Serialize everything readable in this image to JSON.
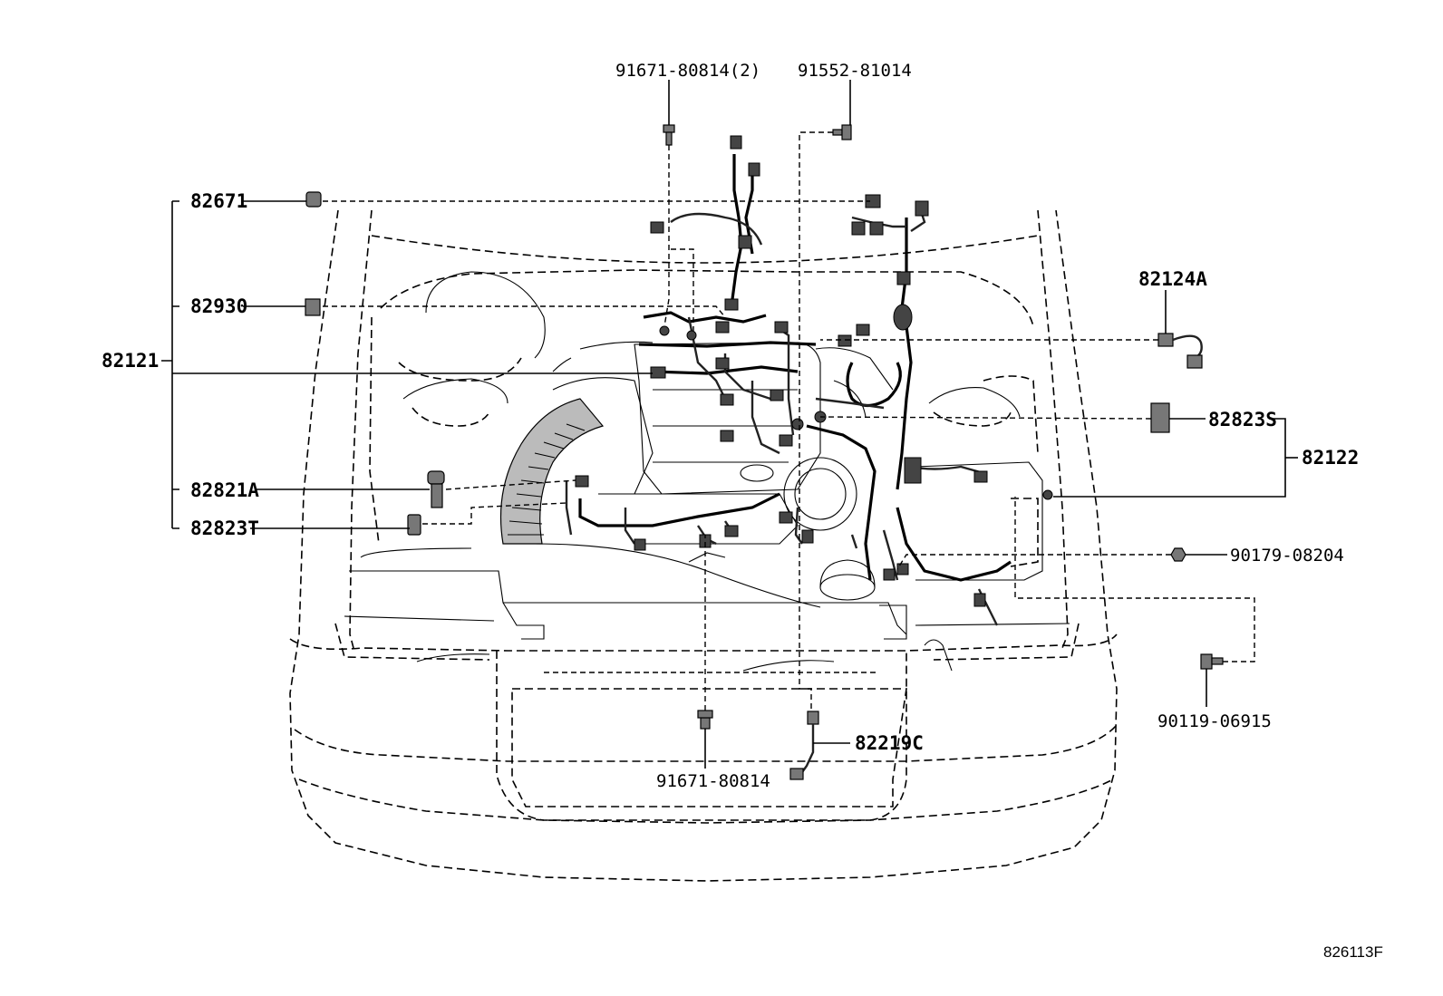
{
  "diagram": {
    "figure_id": "826113F",
    "labels": {
      "p91671_80814_2": "91671-80814(2)",
      "p91552_81014": "91552-81014",
      "p82671": "82671",
      "p82930": "82930",
      "p82121": "82121",
      "p82124A": "82124A",
      "p82823S": "82823S",
      "p82122": "82122",
      "p82821A": "82821A",
      "p82823T": "82823T",
      "p90179_08204": "90179-08204",
      "p90119_06915": "90119-06915",
      "p82219C": "82219C",
      "p91671_80814": "91671-80814"
    }
  }
}
